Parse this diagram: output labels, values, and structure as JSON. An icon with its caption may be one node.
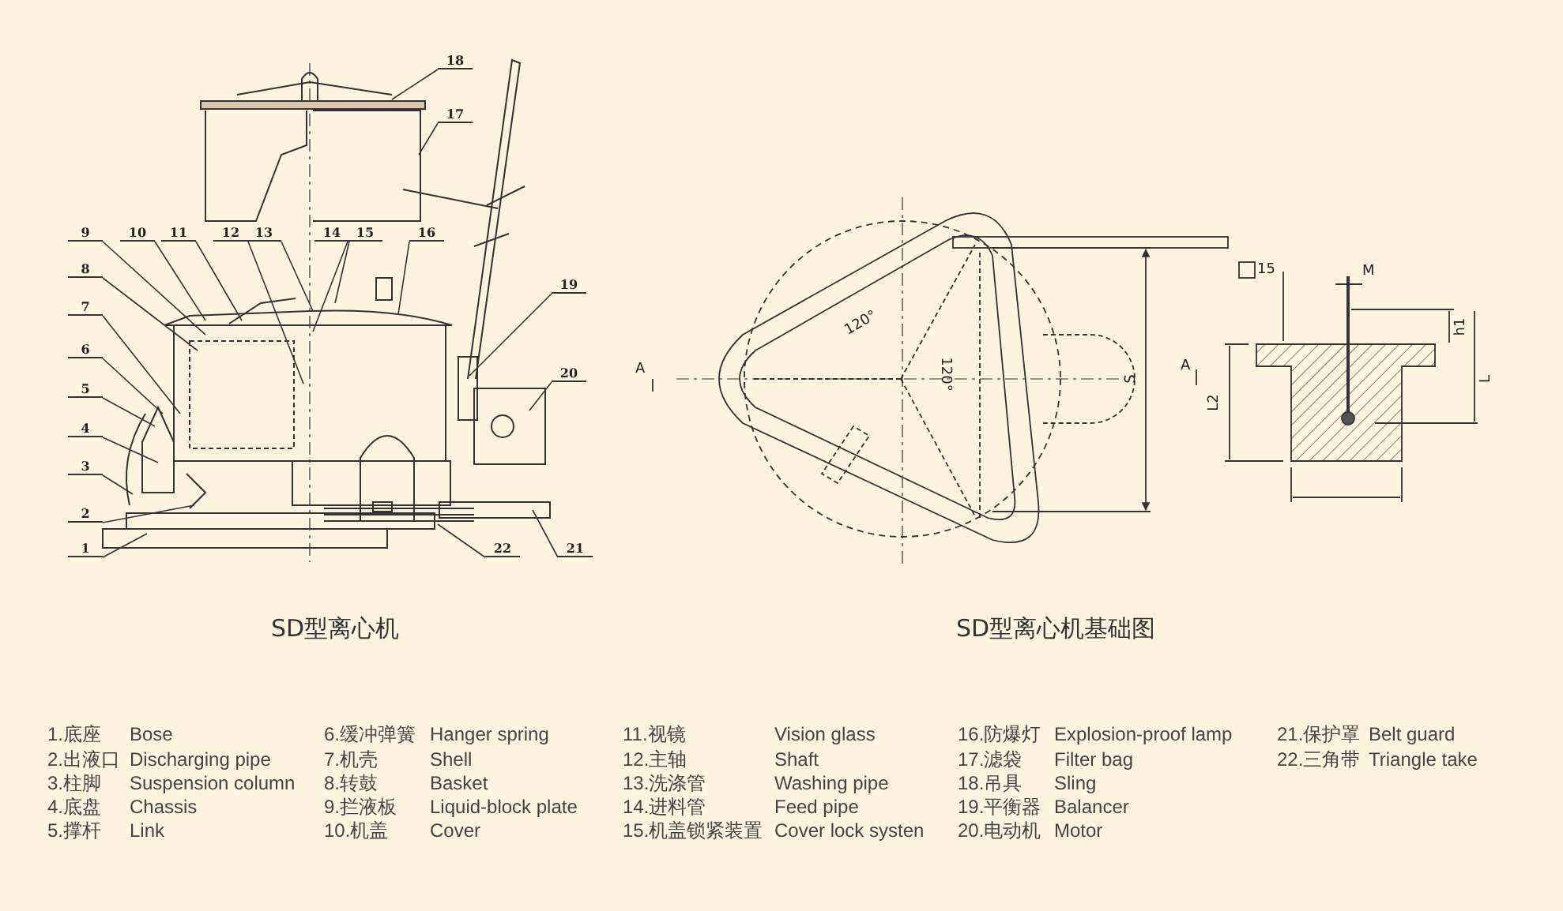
{
  "diagram": {
    "nodes": [
      {
        "text": [
          "1"
        ]
      },
      {
        "text": [
          "2"
        ]
      },
      {
        "text": [
          "3"
        ]
      },
      {
        "text": [
          "4"
        ]
      },
      {
        "text": [
          "5"
        ]
      },
      {
        "text": [
          "6"
        ]
      },
      {
        "text": [
          "7"
        ]
      },
      {
        "text": [
          "8"
        ]
      },
      {
        "text": [
          "9"
        ]
      },
      {
        "text": [
          "10"
        ]
      },
      {
        "text": [
          "11"
        ]
      },
      {
        "text": [
          "12"
        ]
      },
      {
        "text": [
          "13"
        ]
      },
      {
        "text": [
          "14"
        ]
      },
      {
        "text": [
          "15"
        ]
      },
      {
        "text": [
          "16"
        ]
      },
      {
        "text": [
          "17"
        ]
      },
      {
        "text": [
          "18"
        ]
      },
      {
        "text": [
          "19"
        ]
      },
      {
        "text": [
          "20"
        ]
      },
      {
        "text": [
          "21"
        ]
      },
      {
        "text": [
          "22"
        ]
      }
    ],
    "edges": [
      {
        "from": 0,
        "to": null,
        "arrow": "none"
      },
      {
        "from": 1,
        "to": null,
        "arrow": "none"
      },
      {
        "from": 2,
        "to": null,
        "arrow": "none"
      },
      {
        "from": 3,
        "to": null,
        "arrow": "none"
      },
      {
        "from": 4,
        "to": null,
        "arrow": "none"
      },
      {
        "from": 5,
        "to": null,
        "arrow": "none"
      },
      {
        "from": 6,
        "to": null,
        "arrow": "none"
      },
      {
        "from": 7,
        "to": null,
        "arrow": "none"
      },
      {
        "from": 8,
        "to": null,
        "arrow": "none"
      },
      {
        "from": 9,
        "to": null,
        "arrow": "none"
      },
      {
        "from": 10,
        "to": null,
        "arrow": "none"
      },
      {
        "from": 11,
        "to": null,
        "arrow": "none"
      },
      {
        "from": 12,
        "to": null,
        "arrow": "none"
      },
      {
        "from": 13,
        "to": null,
        "arrow": "none"
      },
      {
        "from": 14,
        "to": null,
        "arrow": "none"
      },
      {
        "from": 15,
        "to": null,
        "arrow": "none"
      },
      {
        "from": 16,
        "to": null,
        "arrow": "none"
      },
      {
        "from": 17,
        "to": null,
        "arrow": "none"
      },
      {
        "from": 18,
        "to": null,
        "arrow": "none"
      },
      {
        "from": 19,
        "to": null,
        "arrow": "none"
      },
      {
        "from": 20,
        "to": null,
        "arrow": "none"
      },
      {
        "from": 21,
        "to": null,
        "arrow": "none"
      }
    ],
    "labels": [
      "120°",
      "120°",
      "A",
      "S",
      "A",
      "15",
      "M",
      "h1",
      "L2",
      "L",
      "SD型离心机",
      "SD型离心机基础图",
      "1.底座",
      "Bose",
      "6.缓冲弹簧",
      "Hanger spring",
      "11.视镜",
      "Vision glass",
      "16.防爆灯",
      "Explosion-proof lamp",
      "21.保护罩",
      "Belt guard",
      "2.出液口",
      "Discharging pipe",
      "7.机壳",
      "Shell",
      "12.主轴",
      "Shaft",
      "17.滤袋",
      "Filter bag",
      "22.三角带",
      "Triangle take",
      "3.柱脚",
      "Suspension column",
      "8.转鼓",
      "Basket",
      "13.洗涤管",
      "Washing pipe",
      "18.吊具",
      "Sling",
      "4.底盘",
      "Chassis",
      "9.拦液板",
      "Liquid-block plate",
      "14.进料管",
      "Feed pipe",
      "19.平衡器",
      "Balancer",
      "5.撑杆",
      "Link",
      "10.机盖",
      "Cover",
      "15.机盖锁紧装置",
      "Cover lock systen",
      "20.电动机",
      "Motor"
    ]
  }
}
